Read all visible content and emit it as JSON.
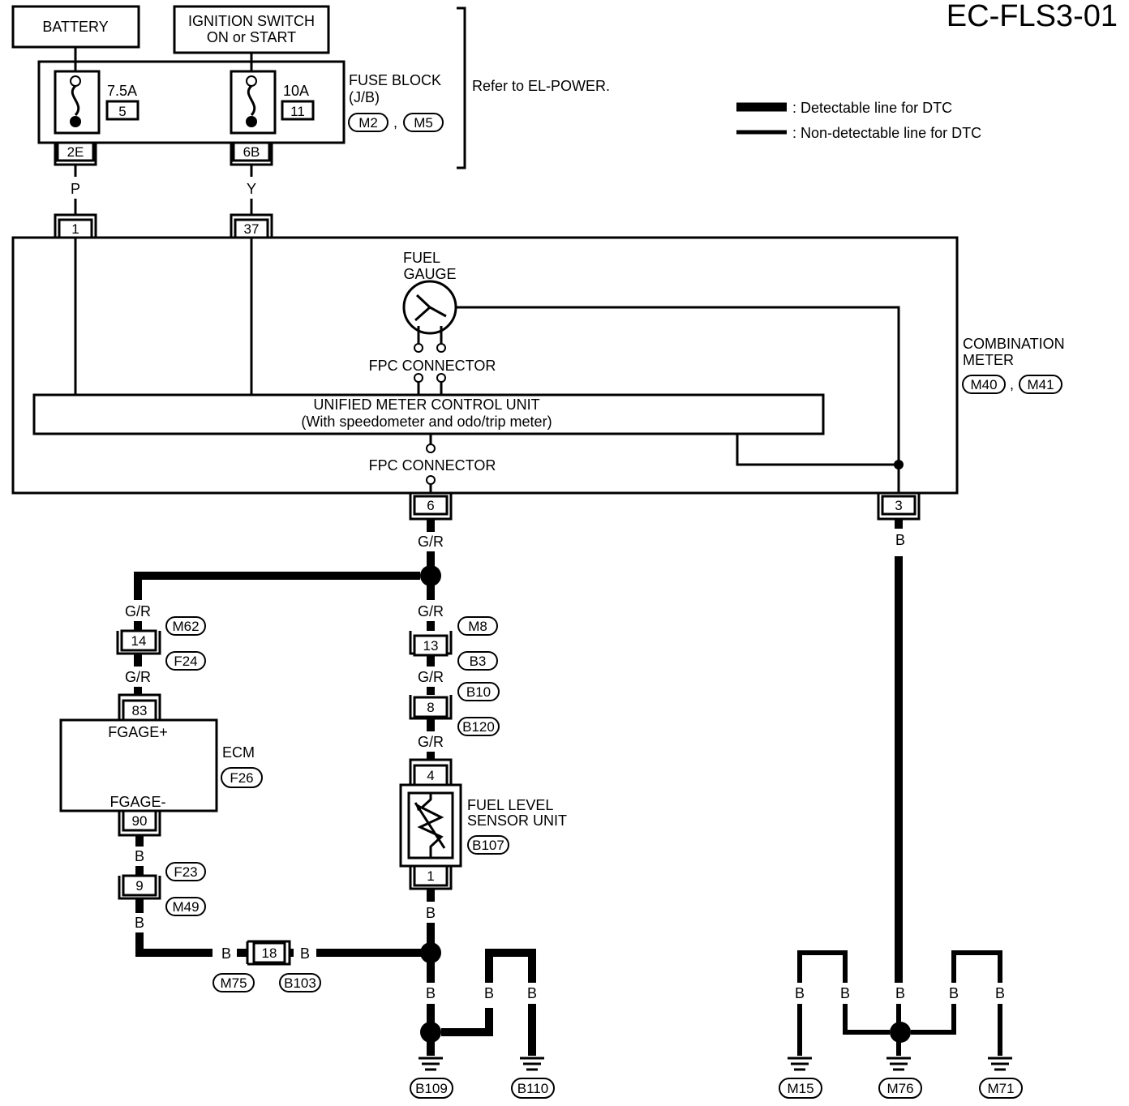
{
  "page_code": "EC-FLS3-01",
  "sources": {
    "battery": "BATTERY",
    "ignition_line1": "IGNITION SWITCH",
    "ignition_line2": "ON or START"
  },
  "fuse_block": {
    "label1": "FUSE BLOCK",
    "label2": "(J/B)",
    "conn1": "M2",
    "sep": ",",
    "conn2": "M5",
    "refer": "Refer to EL-POWER.",
    "fuse1_rating": "7.5A",
    "fuse1_no": "5",
    "fuse1_pin": "2E",
    "fuse2_rating": "10A",
    "fuse2_no": "11",
    "fuse2_pin": "6B"
  },
  "legend": {
    "detectable": ": Detectable line for DTC",
    "non_detectable": ": Non-detectable line for DTC"
  },
  "wires": {
    "p": "P",
    "y": "Y",
    "gr": "G/R",
    "b": "B"
  },
  "meter": {
    "pin1": "1",
    "pin37": "37",
    "pin6": "6",
    "pin3": "3",
    "fuel1": "FUEL",
    "fuel2": "GAUGE",
    "fpc": "FPC CONNECTOR",
    "unit1": "UNIFIED METER CONTROL UNIT",
    "unit2": "(With speedometer and odo/trip meter)",
    "comb1": "COMBINATION",
    "comb2": "METER",
    "conn1": "M40",
    "sep": ",",
    "conn2": "M41"
  },
  "connectors": {
    "c14": "14",
    "m62": "M62",
    "f24": "F24",
    "c13": "13",
    "m8": "M8",
    "b3": "B3",
    "c8": "8",
    "b10": "B10",
    "b120": "B120",
    "c83": "83",
    "c90": "90",
    "c9": "9",
    "f23": "F23",
    "m49": "M49",
    "c18": "18",
    "m75": "M75",
    "b103": "B103"
  },
  "ecm": {
    "name": "ECM",
    "conn": "F26",
    "pos": "FGAGE+",
    "neg": "FGAGE-"
  },
  "sensor": {
    "line1": "FUEL LEVEL",
    "line2": "SENSOR UNIT",
    "conn": "B107",
    "pin4": "4",
    "pin1": "1"
  },
  "grounds": {
    "b109": "B109",
    "b110": "B110",
    "m15": "M15",
    "m76": "M76",
    "m71": "M71"
  }
}
